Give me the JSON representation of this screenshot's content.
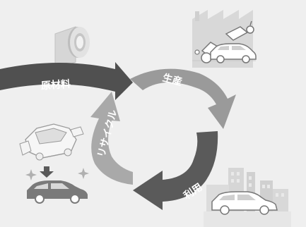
{
  "labels": {
    "material": "原材料",
    "production": "生産",
    "use": "利用",
    "recycle": "リサイクル"
  },
  "colors": {
    "background": "#efefef",
    "material_arrow": "#505050",
    "production_arrow": "#9a9a9a",
    "use_arrow": "#5a5a5a",
    "recycle_arrow": "#a9a9a9",
    "icon_light": "#d8d8d8",
    "icon_mid": "#b5b5b5",
    "icon_dark": "#8a8a8a"
  },
  "icons": [
    "tape-roll-icon",
    "factory-robot-icon",
    "city-car-icon",
    "car-disassembly-icon"
  ]
}
